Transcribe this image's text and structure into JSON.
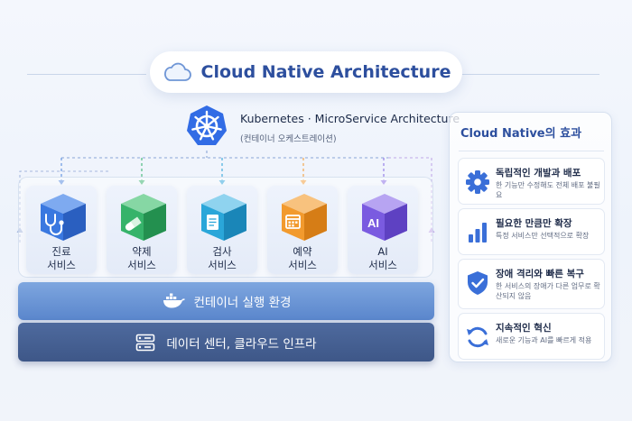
{
  "title": "Cloud Native Architecture",
  "kubernetes": {
    "title": "Kubernetes · MicroService Architecture",
    "subtitle": "(컨테이너 오케스트레이션)"
  },
  "services": [
    {
      "line1": "진료",
      "line2": "서비스",
      "color": "#3a78e0",
      "icon": "stethoscope-icon"
    },
    {
      "line1": "약제",
      "line2": "서비스",
      "color": "#36b36a",
      "icon": "pill-icon"
    },
    {
      "line1": "검사",
      "line2": "서비스",
      "color": "#2aa6d9",
      "icon": "document-icon"
    },
    {
      "line1": "예약",
      "line2": "서비스",
      "color": "#f29a2e",
      "icon": "calendar-icon"
    },
    {
      "line1": "AI",
      "line2": "서비스",
      "color": "#7a5be0",
      "icon": "ai-icon",
      "mark": "AI"
    }
  ],
  "layers": {
    "container_runtime": "컨테이너 실행 환경",
    "infrastructure": "데이터 센터, 클라우드 인프라"
  },
  "benefits": {
    "title": "Cloud Native의 효과",
    "items": [
      {
        "title": "독립적인 개발과 배포",
        "desc": "한 기능만 수정해도 전체 배포 불필요",
        "icon": "gear-icon"
      },
      {
        "title": "필요한 만큼만 확장",
        "desc": "특정 서비스만 선택적으로 확장",
        "icon": "bar-chart-icon"
      },
      {
        "title": "장애 격리와 빠른 복구",
        "desc": "한 서비스의 장애가 다른 업무로 확산되지 않음",
        "icon": "shield-check-icon"
      },
      {
        "title": "지속적인 혁신",
        "desc": "새로운 기능과 AI를 빠르게 적용",
        "icon": "refresh-icon"
      }
    ]
  },
  "colors": {
    "accent": "#2d4f9e",
    "kubernetes": "#326ce5",
    "runtime_layer": "#6a93d6",
    "infra_layer": "#465f93"
  }
}
